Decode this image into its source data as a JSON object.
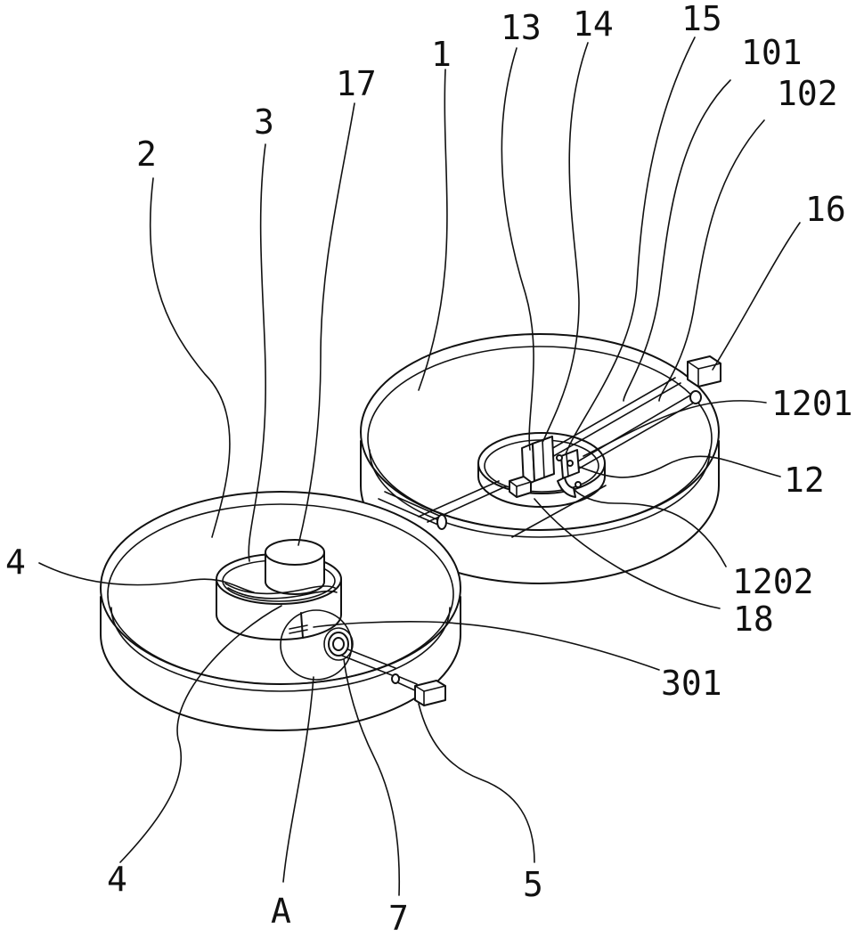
{
  "labels": [
    "1",
    "2",
    "3",
    "4",
    "4",
    "5",
    "7",
    "12",
    "13",
    "14",
    "15",
    "16",
    "17",
    "18",
    "101",
    "102",
    "301",
    "1201",
    "1202",
    "A"
  ],
  "colors": {
    "ink": "#111111",
    "paper": "#ffffff"
  }
}
